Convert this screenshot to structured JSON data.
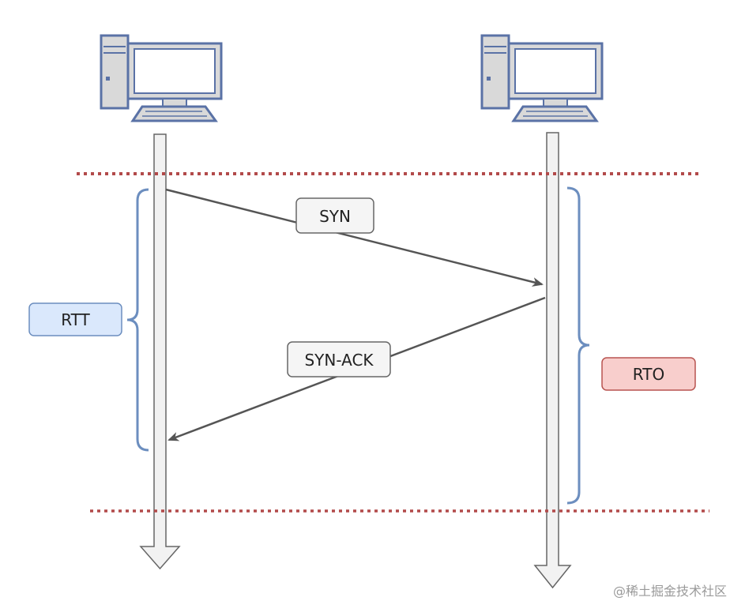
{
  "labels": {
    "syn": "SYN",
    "syn_ack": "SYN-ACK",
    "rtt": "RTT",
    "rto": "RTO"
  },
  "watermark": "@稀土掘金技术社区",
  "colors": {
    "computer_body": "#d9d9d9",
    "computer_outline": "#5a72a6",
    "screen": "#ffffff",
    "timeline_fill": "#f2f2f2",
    "timeline_stroke": "#666666",
    "message_arrow": "#555555",
    "dotted_line": "#b24a4a",
    "brace": "#6c8ebf",
    "rtt_fill": "#dae8fc",
    "rtt_stroke": "#6c8ebf",
    "rto_fill": "#f8cecc",
    "rto_stroke": "#b85450",
    "msg_label_fill": "#f5f5f5",
    "msg_label_stroke": "#666666"
  },
  "icons": {
    "client": "desktop-computer-icon",
    "server": "desktop-computer-icon"
  }
}
